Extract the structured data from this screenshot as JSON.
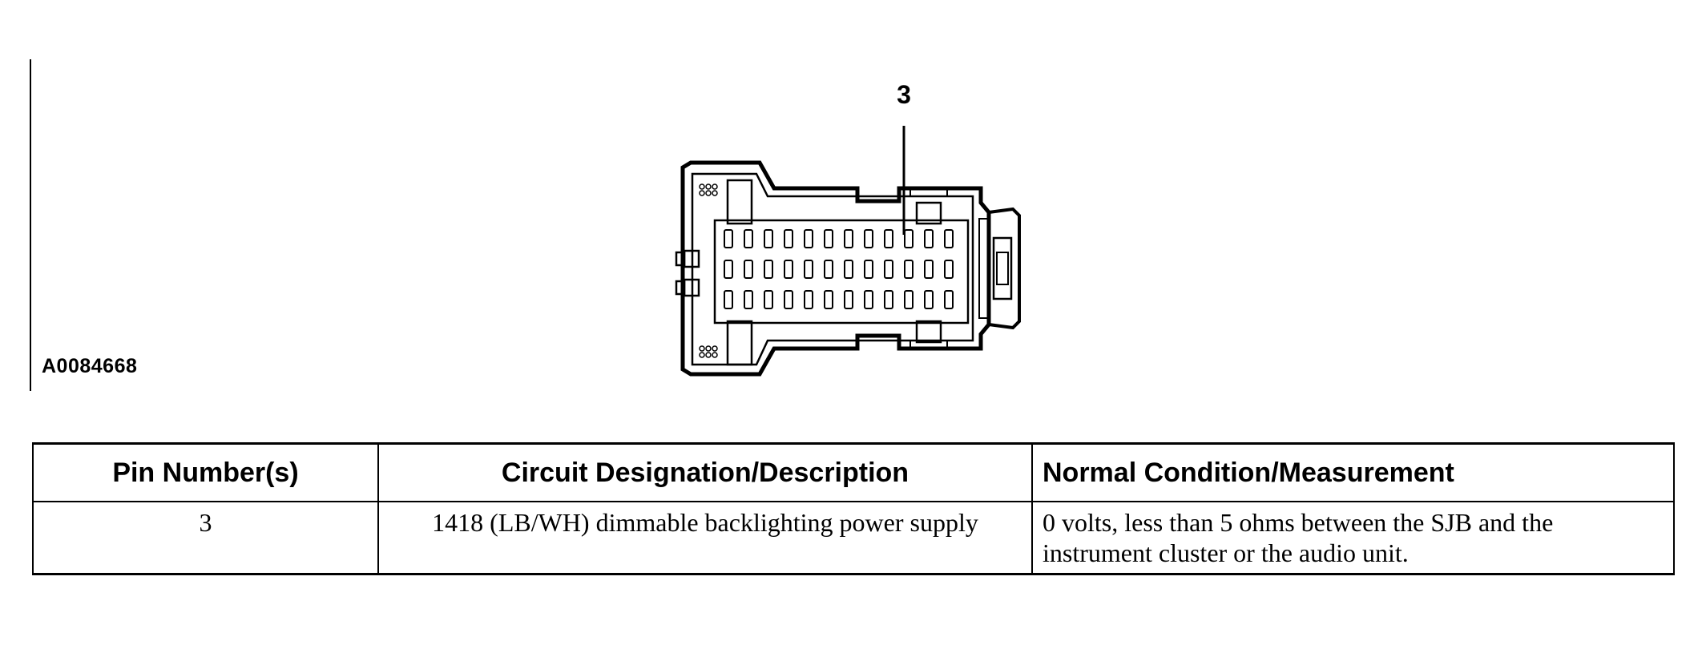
{
  "figure": {
    "id": "A0084668",
    "callout": "3"
  },
  "table": {
    "headers": [
      "Pin Number(s)",
      "Circuit Designation/Description",
      "Normal Condition/Measurement"
    ],
    "rows": [
      {
        "pin": "3",
        "circuit": "1418 (LB/WH) dimmable backlighting power supply",
        "condition": "0 volts, less than 5 ohms between the SJB and the instrument cluster or the audio unit."
      }
    ]
  },
  "connector": {
    "pin_rows": 3,
    "pins_per_row": 12,
    "highlighted_pin": "3"
  }
}
